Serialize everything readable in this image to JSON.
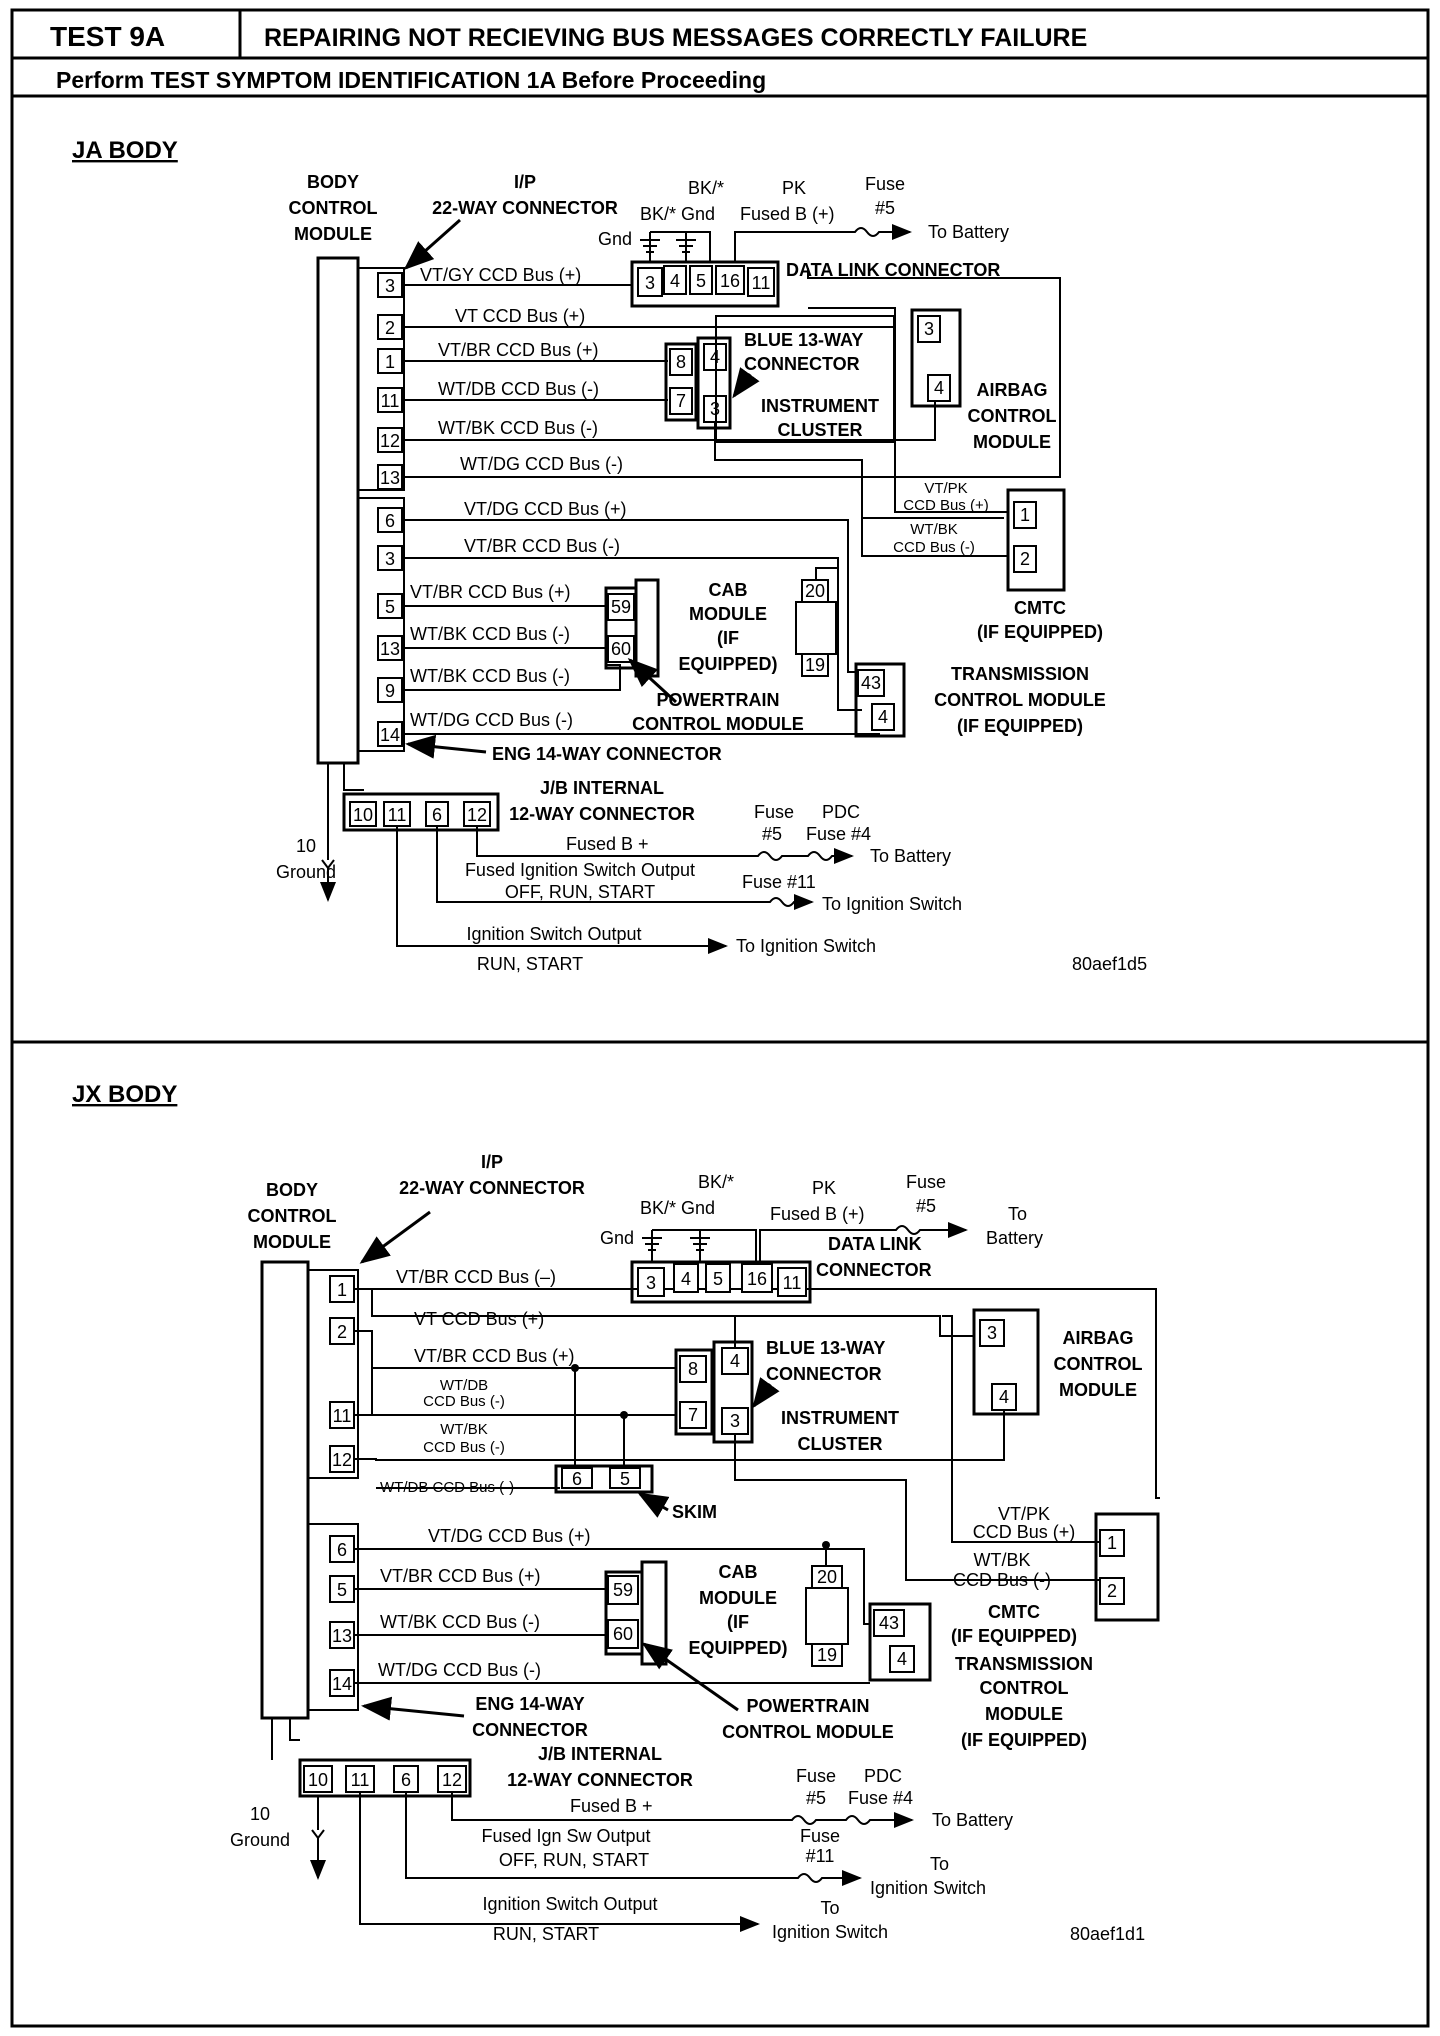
{
  "header": {
    "test_id": "TEST 9A",
    "title": "REPAIRING NOT RECIEVING BUS MESSAGES CORRECTLY FAILURE",
    "subtitle": "Perform TEST SYMPTOM IDENTIFICATION 1A Before Proceeding"
  },
  "ja": {
    "heading": "JA BODY",
    "bcm": [
      "BODY",
      "CONTROL",
      "MODULE"
    ],
    "ip_connector": [
      "I/P",
      "22-WAY CONNECTOR"
    ],
    "bk_gnd_1": "BK/*",
    "bk_gnd_2": "BK/* Gnd",
    "gnd": "Gnd",
    "pk": "PK",
    "fused_b": "Fused B (+)",
    "fuse5_top": "Fuse",
    "fuse5_bot": "#5",
    "to_battery": "To Battery",
    "dlc_label": "DATA LINK CONNECTOR",
    "dlc_pins": [
      "3",
      "4",
      "5",
      "16",
      "11"
    ],
    "ip_pins": [
      "3",
      "2",
      "1",
      "11",
      "12",
      "13"
    ],
    "ip_wires": [
      "VT/GY  CCD Bus (+)",
      "VT  CCD Bus (+)",
      "VT/BR  CCD Bus (+)",
      "WT/DB  CCD Bus (-)",
      "WT/BK  CCD Bus (-)",
      "WT/DG  CCD Bus (-)"
    ],
    "blue13_pins": [
      "8",
      "7"
    ],
    "ic_pins": [
      "4",
      "3"
    ],
    "blue13_label": [
      "BLUE 13-WAY",
      "CONNECTOR"
    ],
    "ic_label": [
      "INSTRUMENT",
      "CLUSTER"
    ],
    "airbag_pins": [
      "3",
      "4"
    ],
    "airbag_label": [
      "AIRBAG",
      "CONTROL",
      "MODULE"
    ],
    "cmtc_wire1": [
      "VT/PK",
      "CCD Bus (+)"
    ],
    "cmtc_wire2": [
      "WT/BK",
      "CCD Bus (-)"
    ],
    "cmtc_pins": [
      "1",
      "2"
    ],
    "cmtc_label": [
      "CMTC",
      "(IF EQUIPPED)"
    ],
    "eng_pins": [
      "6",
      "3",
      "5",
      "13",
      "9",
      "14"
    ],
    "eng_wires": [
      "VT/DG  CCD Bus (+)",
      "VT/BR  CCD Bus (-)",
      "VT/BR  CCD Bus (+)",
      "WT/BK  CCD Bus (-)",
      "WT/BK  CCD Bus (-)",
      "WT/DG  CCD Bus (-)"
    ],
    "pcm_pins": [
      "59",
      "60"
    ],
    "cab_label": [
      "CAB",
      "MODULE",
      "(IF",
      "EQUIPPED)"
    ],
    "cab_pins": [
      "20",
      "19"
    ],
    "pcm_label": [
      "POWERTRAIN",
      "CONTROL MODULE"
    ],
    "tcm_pins": [
      "43",
      "4"
    ],
    "tcm_label": [
      "TRANSMISSION",
      "CONTROL MODULE",
      "(IF EQUIPPED)"
    ],
    "eng_label": "ENG 14-WAY CONNECTOR",
    "jb_label": [
      "J/B INTERNAL",
      "12-WAY CONNECTOR"
    ],
    "jb_pins": [
      "10",
      "11",
      "6",
      "12"
    ],
    "ground": [
      "10",
      "Ground"
    ],
    "fused_b_plus": "Fused B +",
    "fuse_pdc": [
      "Fuse",
      "#5",
      "PDC",
      "Fuse #4"
    ],
    "to_battery2": "To Battery",
    "ign_out": [
      "Fused Ignition Switch Output",
      "OFF, RUN, START"
    ],
    "fuse11": "Fuse #11",
    "to_ign1": "To Ignition Switch",
    "ign_switch_out": [
      "Ignition Switch Output",
      "RUN, START"
    ],
    "to_ign2": "To Ignition Switch",
    "code": "80aef1d5"
  },
  "jx": {
    "heading": "JX BODY",
    "bcm": [
      "BODY",
      "CONTROL",
      "MODULE"
    ],
    "ip_connector": [
      "I/P",
      "22-WAY CONNECTOR"
    ],
    "bk_gnd_1": "BK/*",
    "bk_gnd_2": "BK/*  Gnd",
    "gnd": "Gnd",
    "pk": "PK",
    "fused_b": "Fused B (+)",
    "fuse5": [
      "Fuse",
      "#5"
    ],
    "to_battery": [
      "To",
      "Battery"
    ],
    "dlc_label": [
      "DATA LINK",
      "CONNECTOR"
    ],
    "dlc_pins": [
      "3",
      "4",
      "5",
      "16",
      "11"
    ],
    "ip_pins": [
      "1",
      "2",
      "11",
      "12"
    ],
    "wire1": "VT/BR  CCD Bus (–)",
    "wire2": "VT  CCD Bus (+)",
    "wire3": "VT/BR  CCD Bus (+)",
    "wire4": [
      "WT/DB",
      "CCD Bus (-)"
    ],
    "wire5": [
      "WT/BK",
      "CCD Bus (-)"
    ],
    "wire6": "WT/DB CCD Bus (-)",
    "skim_pins": [
      "6",
      "5"
    ],
    "skim_label": "SKIM",
    "blue13_pins": [
      "8",
      "7"
    ],
    "ic_pins": [
      "4",
      "3"
    ],
    "blue13_label": [
      "BLUE 13-WAY",
      "CONNECTOR"
    ],
    "ic_label": [
      "INSTRUMENT",
      "CLUSTER"
    ],
    "airbag_pins": [
      "3",
      "4"
    ],
    "airbag_label": [
      "AIRBAG",
      "CONTROL",
      "MODULE"
    ],
    "cmtc_wire1": [
      "VT/PK",
      "CCD Bus (+)"
    ],
    "cmtc_wire2": [
      "WT/BK",
      "CCD Bus (-)"
    ],
    "cmtc_pins": [
      "1",
      "2"
    ],
    "cmtc_label": [
      "CMTC",
      "(IF EQUIPPED)"
    ],
    "eng_pins": [
      "6",
      "5",
      "13",
      "14"
    ],
    "eng_wires": [
      "VT/DG  CCD Bus (+)",
      "VT/BR  CCD Bus (+)",
      "WT/BK  CCD Bus (-)",
      "WT/DG  CCD Bus (-)"
    ],
    "pcm_pins": [
      "59",
      "60"
    ],
    "cab_label": [
      "CAB",
      "MODULE",
      "(IF",
      "EQUIPPED)"
    ],
    "cab_pins": [
      "20",
      "19"
    ],
    "pcm_label": [
      "POWERTRAIN",
      "CONTROL MODULE"
    ],
    "tcm_pins": [
      "43",
      "4"
    ],
    "tcm_label": [
      "TRANSMISSION",
      "CONTROL",
      "MODULE",
      "(IF EQUIPPED)"
    ],
    "eng_label": [
      "ENG 14-WAY",
      "CONNECTOR"
    ],
    "jb_label": [
      "J/B INTERNAL",
      "12-WAY CONNECTOR"
    ],
    "jb_pins": [
      "10",
      "11",
      "6",
      "12"
    ],
    "ground": [
      "10",
      "Ground"
    ],
    "fused_b_plus": "Fused B +",
    "fuse_pdc": [
      "Fuse",
      "#5",
      "PDC",
      "Fuse #4"
    ],
    "to_battery2": "To Battery",
    "ign_out": [
      "Fused Ign Sw Output",
      "OFF, RUN, START"
    ],
    "fuse11": [
      "Fuse",
      "#11"
    ],
    "to_ign1": [
      "To",
      "Ignition Switch"
    ],
    "ign_switch_out": [
      "Ignition Switch Output",
      "RUN, START"
    ],
    "to_ign2": [
      "To",
      "Ignition Switch"
    ],
    "code": "80aef1d1"
  }
}
